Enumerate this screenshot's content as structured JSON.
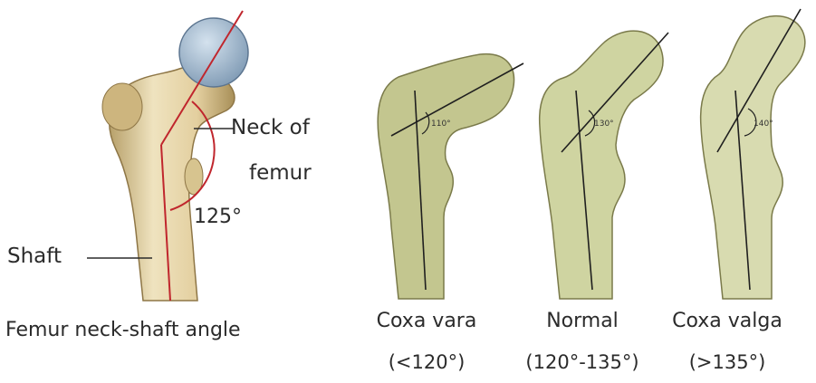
{
  "main": {
    "neck_label_line1": "Neck of",
    "neck_label_line2": "femur",
    "angle_label": "125°",
    "shaft_label": "Shaft",
    "caption": "Femur neck-shaft angle"
  },
  "variants": [
    {
      "name": "Coxa vara",
      "range": "(<120°)",
      "angle": "110°"
    },
    {
      "name": "Normal",
      "range": "(120°-135°)",
      "angle": "130°"
    },
    {
      "name": "Coxa valga",
      "range": "(>135°)",
      "angle": "140°"
    }
  ],
  "colors": {
    "bone": "#e4d3a6",
    "head": "#a9c0d6",
    "measure_line": "#c0262d",
    "variant_fill_vara": "#c3c68f",
    "variant_fill_normal": "#cfd4a1",
    "variant_fill_valga": "#d8dbb0"
  }
}
